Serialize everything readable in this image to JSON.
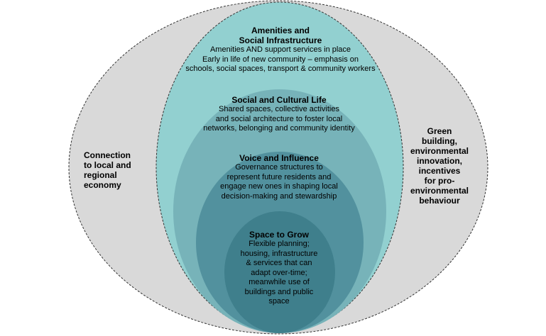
{
  "colors": {
    "outer_ellipse": "#d9d9d9",
    "layer_amenities": "#92d0d0",
    "layer_social": "#77b3b9",
    "layer_voice": "#52919e",
    "layer_space": "#3f7f8c",
    "dashed_stroke": "#333333"
  },
  "layers": {
    "amenities": {
      "title_line1": "Amenities and",
      "title_line2": "Social Infrastructure",
      "line1": "Amenities AND support services in place",
      "line2": "Early in life of new community – emphasis on",
      "line3": "schools, social spaces, transport & community workers"
    },
    "social": {
      "title": "Social and Cultural Life",
      "line1": "Shared spaces, collective activities",
      "line2": "and social architecture to foster local",
      "line3": "networks, belonging and community identity"
    },
    "voice": {
      "title": "Voice and Influence",
      "line1": "Governance structures to",
      "line2": "represent future residents and",
      "line3": "engage new ones in shaping local",
      "line4": "decision-making and stewardship"
    },
    "space": {
      "title": "Space to Grow",
      "line1": "Flexible planning;",
      "line2": "housing, infrastructure",
      "line3": "& services that can",
      "line4": "adapt over-time;",
      "line5": "meanwhile use of",
      "line6": "buildings and public",
      "line7": "space"
    }
  },
  "left_label": {
    "line1": "Connection",
    "line2": "to local and",
    "line3": "regional",
    "line4": "economy"
  },
  "right_label": {
    "line1": "Green",
    "line2": "building,",
    "line3": "environmental",
    "line4": "innovation,",
    "line5": "incentives",
    "line6": "for pro-",
    "line7": "environmental",
    "line8": "behaviour"
  }
}
